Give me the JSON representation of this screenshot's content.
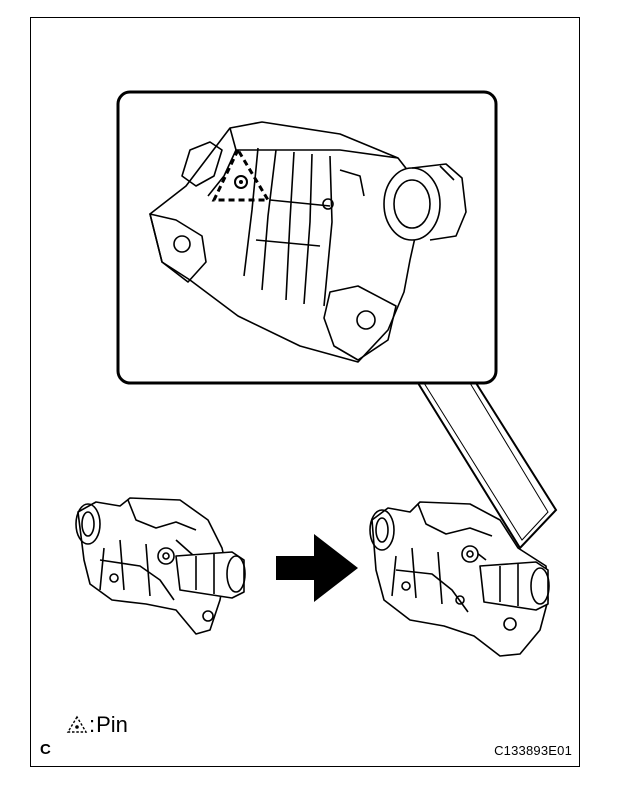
{
  "legend": {
    "separator": ":",
    "text": "Pin"
  },
  "corner_label": "C",
  "figure_code": "C133893E01",
  "colors": {
    "line": "#000000",
    "background": "#ffffff",
    "arrow_fill": "#000000"
  },
  "icons": {
    "pin_marker": "dashed-triangle-with-dot-icon",
    "direction": "right-arrow-icon"
  }
}
